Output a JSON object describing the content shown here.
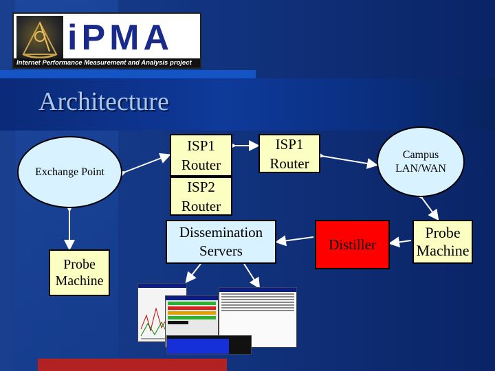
{
  "logo": {
    "text": "iPMA",
    "subtitle": "Internet Performance Measurement and Analysis project"
  },
  "slide": {
    "title": "Architecture"
  },
  "nodes": {
    "exchange_point": "Exchange Point",
    "probe_left": [
      "Probe",
      "Machine"
    ],
    "isp1_router_a": [
      "ISP1",
      "Router"
    ],
    "isp2_router": [
      "ISP2",
      "Router"
    ],
    "isp1_router_b": [
      "ISP1",
      "Router"
    ],
    "campus": [
      "Campus",
      "LAN/WAN"
    ],
    "dissemination": [
      "Dissemination",
      "Servers"
    ],
    "distiller": "Distiller",
    "probe_right": [
      "Probe",
      "Machine"
    ]
  },
  "colors": {
    "background": "#0d2a6e",
    "ellipse_fill": "#d8f2ff",
    "probe_fill": "#fbffc2",
    "distiller_fill": "#ff0000",
    "accent_bar": "#b32222"
  }
}
